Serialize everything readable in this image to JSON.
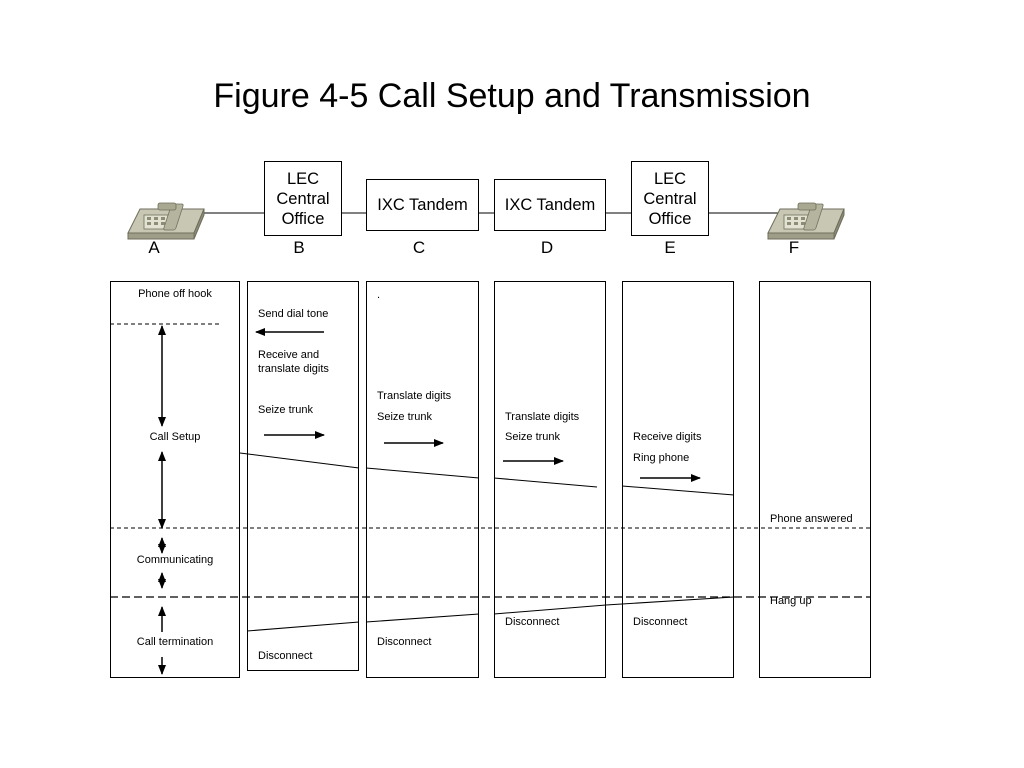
{
  "title": "Figure 4-5 Call Setup and Transmission",
  "nodes": {
    "A": "A",
    "B": "B",
    "C": "C",
    "D": "D",
    "E": "E",
    "F": "F",
    "lec_b": "LEC Central Office",
    "ixc_c": "IXC Tandem",
    "ixc_d": "IXC Tandem",
    "lec_e": "LEC Central Office"
  },
  "phases": {
    "phone_off_hook": "Phone off hook",
    "call_setup": "Call Setup",
    "communicating": "Communicating",
    "call_termination": "Call termination"
  },
  "col_b": {
    "send_dial_tone": "Send dial tone",
    "receive_translate": "Receive and translate digits",
    "seize_trunk": "Seize trunk",
    "disconnect": "Disconnect"
  },
  "col_c": {
    "dot": ".",
    "translate_digits": "Translate digits",
    "seize_trunk": "Seize trunk",
    "disconnect": "Disconnect"
  },
  "col_d": {
    "translate_digits": "Translate digits",
    "seize_trunk": "Seize trunk",
    "disconnect": "Disconnect"
  },
  "col_e": {
    "receive_digits": "Receive digits",
    "ring_phone": "Ring phone",
    "disconnect": "Disconnect"
  },
  "col_f": {
    "phone_answered": "Phone answered",
    "hang_up": "Hang up"
  },
  "icons": [
    "telephone-icon",
    "telephone-icon"
  ]
}
